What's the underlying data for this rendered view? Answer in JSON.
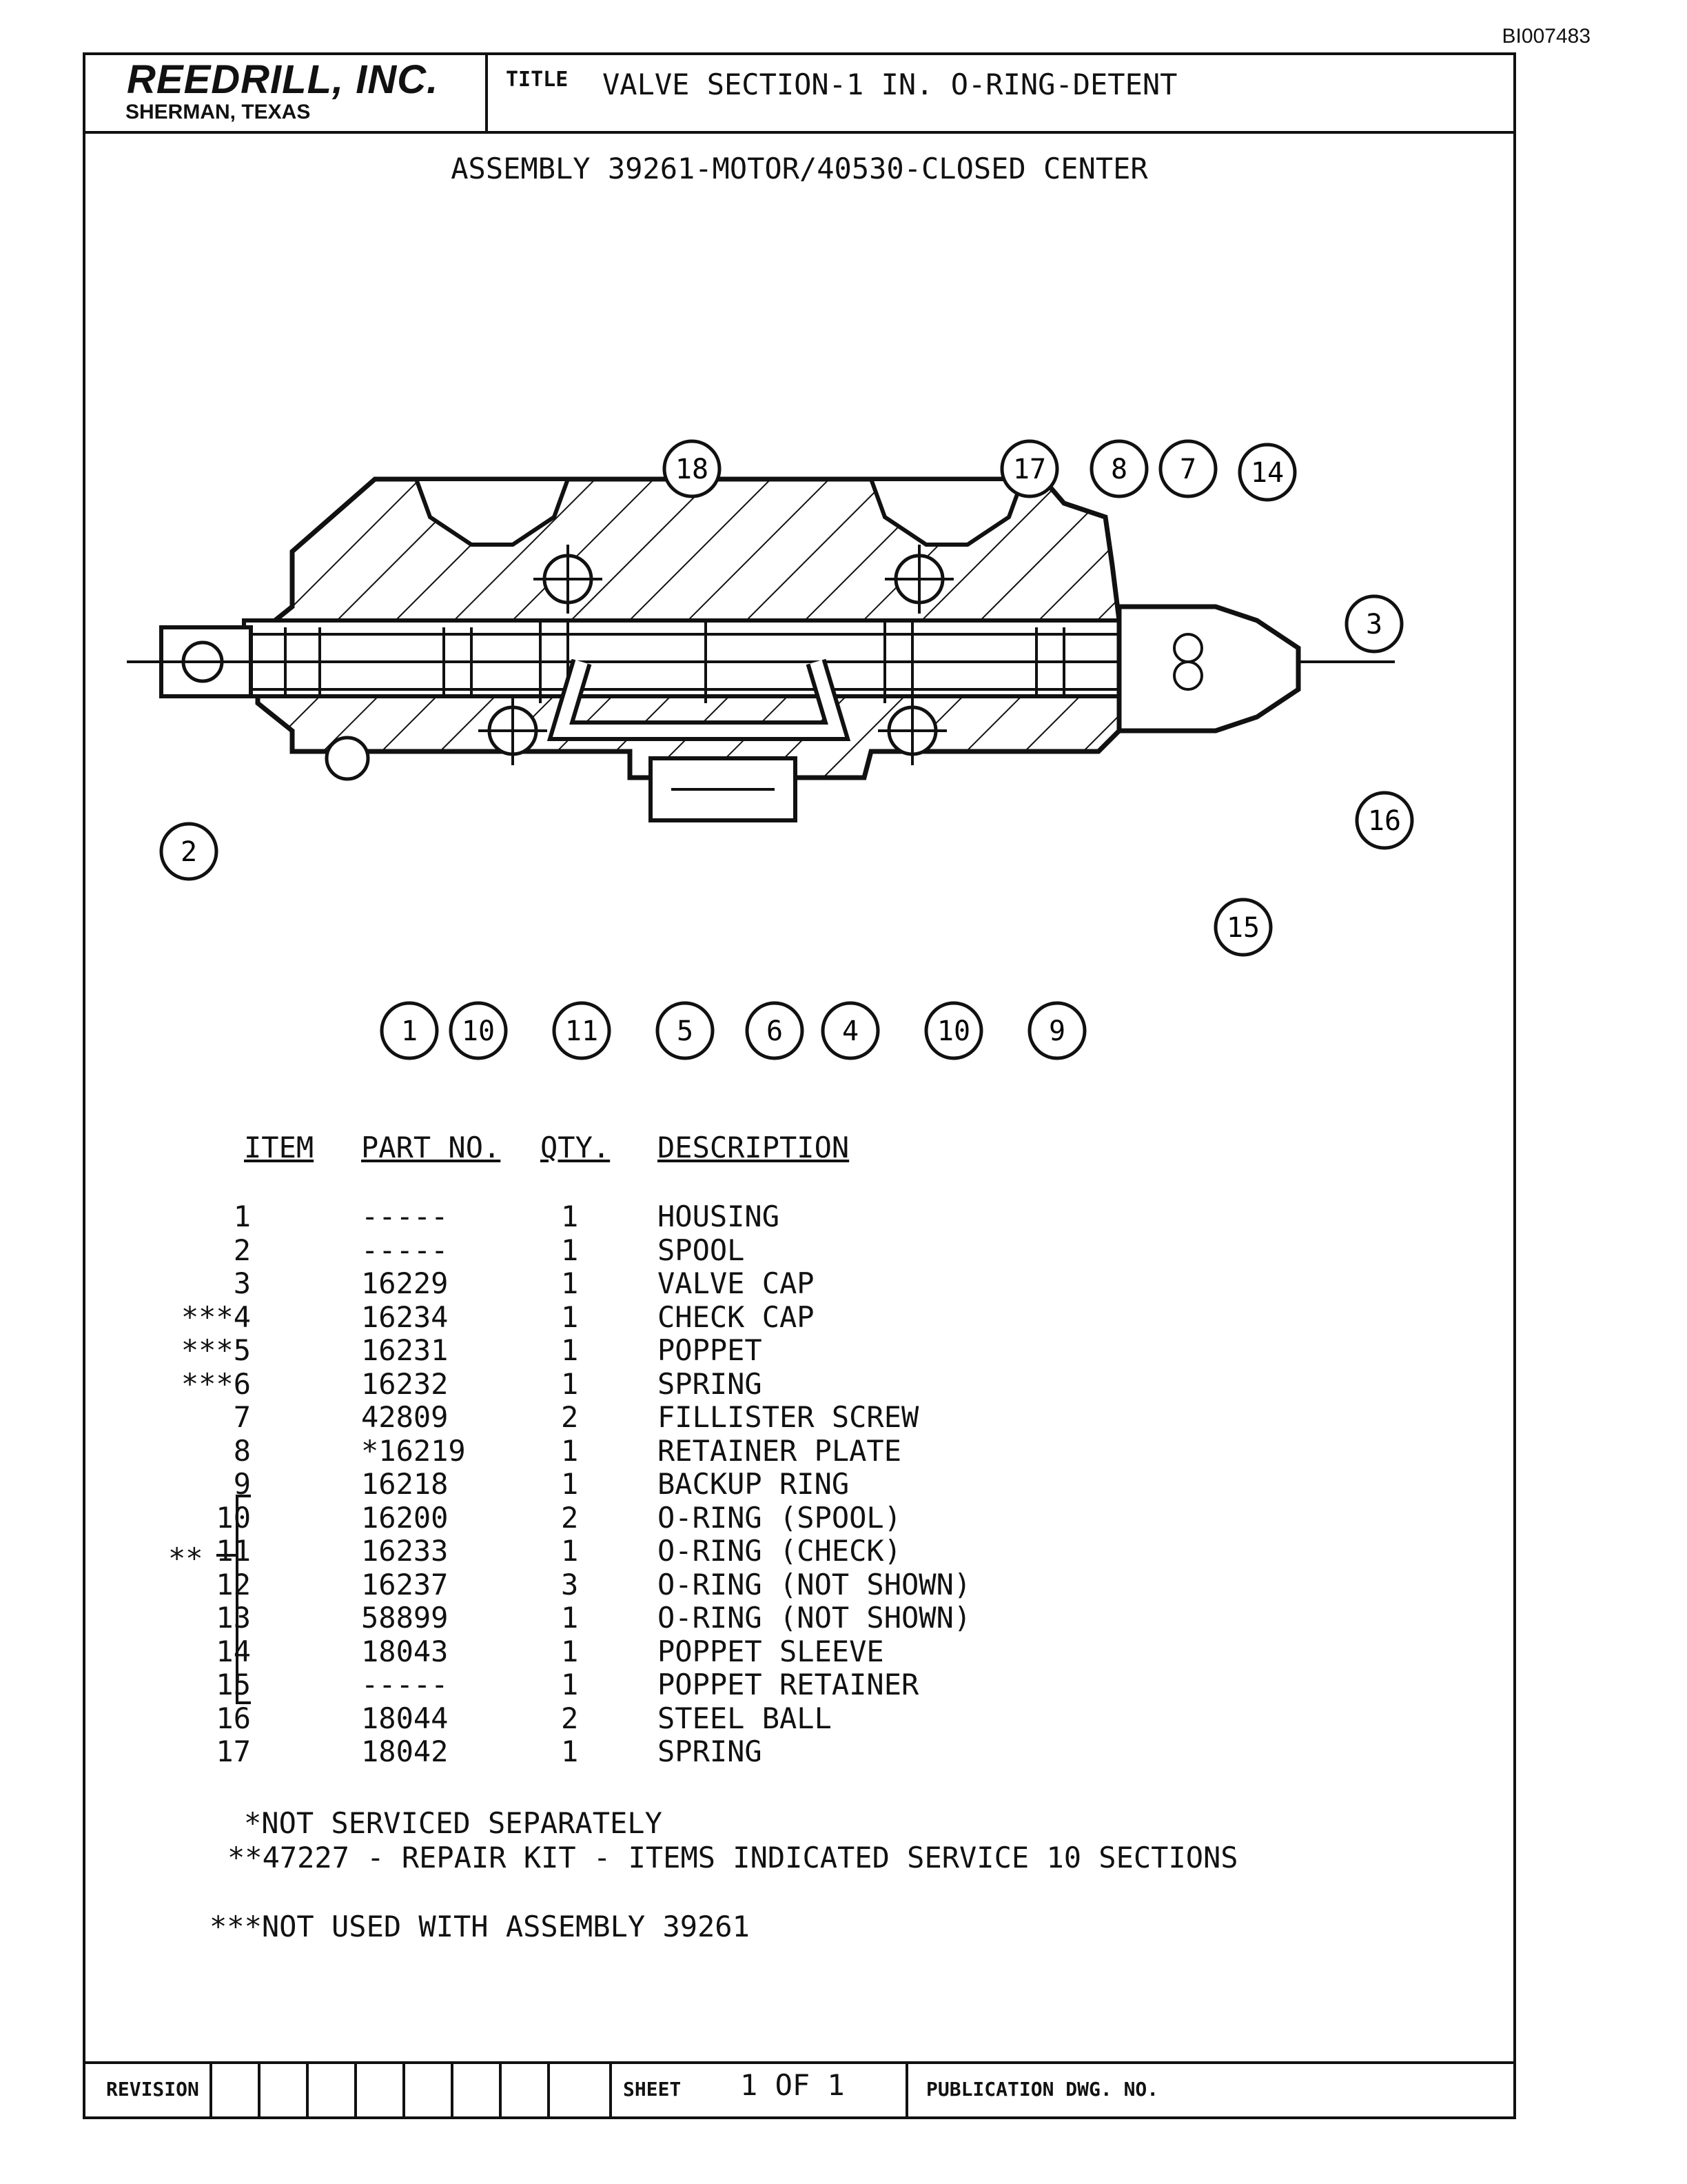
{
  "doc_id": "BI007483",
  "header": {
    "company": "REEDRILL, INC.",
    "location": "SHERMAN, TEXAS",
    "title_label": "TITLE",
    "title": "VALVE SECTION-1 IN. O-RING-DETENT"
  },
  "subtitle": "ASSEMBLY 39261-MOTOR/40530-CLOSED CENTER",
  "callouts": [
    "18",
    "17",
    "8",
    "7",
    "14",
    "3",
    "16",
    "15",
    "2",
    "1",
    "10",
    "11",
    "5",
    "6",
    "4",
    "10",
    "9"
  ],
  "table": {
    "headers": {
      "item": "ITEM",
      "part": "PART NO.",
      "qty": "QTY.",
      "desc": "DESCRIPTION"
    },
    "rows": [
      {
        "item": "1",
        "part": "-----",
        "qty": "1",
        "desc": "HOUSING"
      },
      {
        "item": "2",
        "part": "-----",
        "qty": "1",
        "desc": "SPOOL"
      },
      {
        "item": "3",
        "part": "16229",
        "qty": "1",
        "desc": "VALVE CAP"
      },
      {
        "item": "***4",
        "part": "16234",
        "qty": "1",
        "desc": "CHECK CAP"
      },
      {
        "item": "***5",
        "part": "16231",
        "qty": "1",
        "desc": "POPPET"
      },
      {
        "item": "***6",
        "part": "16232",
        "qty": "1",
        "desc": "SPRING"
      },
      {
        "item": "7",
        "part": "42809",
        "qty": "2",
        "desc": "FILLISTER SCREW"
      },
      {
        "item": "8",
        "part": "*16219",
        "qty": "1",
        "desc": "RETAINER PLATE"
      },
      {
        "item": "9",
        "part": "16218",
        "qty": "1",
        "desc": "BACKUP RING"
      },
      {
        "item": "10",
        "part": "16200",
        "qty": "2",
        "desc": "O-RING (SPOOL)"
      },
      {
        "item": "11",
        "part": "16233",
        "qty": "1",
        "desc": "O-RING (CHECK)"
      },
      {
        "item": "12",
        "part": "16237",
        "qty": "3",
        "desc": "O-RING (NOT SHOWN)"
      },
      {
        "item": "13",
        "part": "58899",
        "qty": "1",
        "desc": "O-RING (NOT SHOWN)"
      },
      {
        "item": "14",
        "part": "18043",
        "qty": "1",
        "desc": "POPPET SLEEVE"
      },
      {
        "item": "15",
        "part": "-----",
        "qty": "1",
        "desc": "POPPET RETAINER"
      },
      {
        "item": "16",
        "part": "18044",
        "qty": "2",
        "desc": "STEEL BALL"
      },
      {
        "item": "17",
        "part": "18042",
        "qty": "1",
        "desc": "SPRING"
      }
    ],
    "bracket_mark": "**"
  },
  "notes": [
    "*NOT SERVICED SEPARATELY",
    "**47227 - REPAIR KIT - ITEMS INDICATED SERVICE 10 SECTIONS",
    "***NOT USED WITH ASSEMBLY 39261"
  ],
  "footer": {
    "revision_label": "REVISION",
    "sheet_label": "SHEET",
    "sheet_value": "1 OF 1",
    "publication_label": "PUBLICATION DWG. NO."
  }
}
